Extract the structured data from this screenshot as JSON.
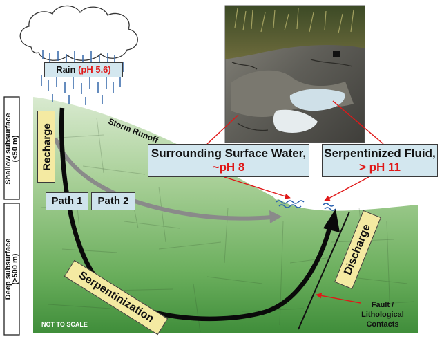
{
  "rain": {
    "label": "Rain",
    "ph": "(pH 5.6)"
  },
  "storm_runoff": "Storm Runoff",
  "surface_water": {
    "line1": "Surrounding Surface Water,",
    "line2": "~pH 8"
  },
  "serpentinized_fluid": {
    "line1": "Serpentinized Fluid,",
    "line2": "> pH 11"
  },
  "recharge": "Recharge",
  "path1": "Path 1",
  "path2": "Path 2",
  "discharge": "Discharge",
  "serpentinization": "Serpentinization",
  "fault": {
    "line1": "Fault /",
    "line2": "Lithological",
    "line3": "Contacts"
  },
  "not_to_scale": "NOT TO SCALE",
  "shallow": {
    "line1": "Shallow subsurface",
    "line2": "(<50 m)"
  },
  "deep": {
    "line1": "Deep subsurface",
    "line2": "(>500 m)"
  },
  "colors": {
    "ground_top": "#cfe3c4",
    "ground_bottom": "#3f8d3a",
    "arrow_red": "#e01818",
    "label_blue": "#d3e7ef",
    "label_yellow": "#f4eaa2"
  }
}
